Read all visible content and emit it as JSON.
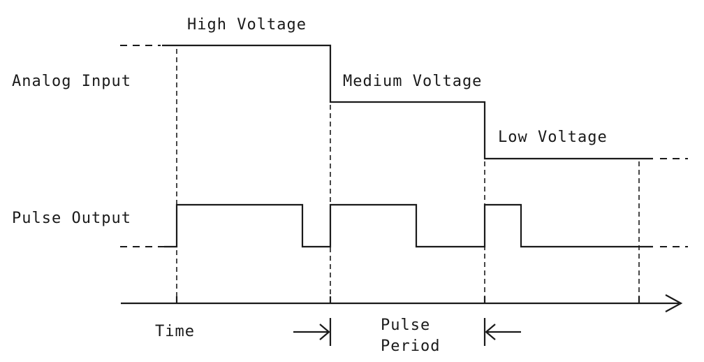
{
  "diagram": {
    "type": "timing-diagram",
    "title": "PWM: analog input level vs. pulse output duty cycle",
    "labels": {
      "analog_input": "Analog Input",
      "pulse_output": "Pulse Output",
      "high_voltage": "High Voltage",
      "medium_voltage": "Medium Voltage",
      "low_voltage": "Low Voltage",
      "time": "Time",
      "pulse_period_line1": "Pulse",
      "pulse_period_line2": "Period"
    },
    "periods": 3,
    "analog_levels": [
      {
        "name": "High Voltage",
        "relative_level": 1.0
      },
      {
        "name": "Medium Voltage",
        "relative_level": 0.6
      },
      {
        "name": "Low Voltage",
        "relative_level": 0.2
      }
    ],
    "pulse_duty_cycles": [
      0.82,
      0.56,
      0.24
    ],
    "colors": {
      "ink": "#1a1a1a",
      "background": "#ffffff"
    }
  }
}
